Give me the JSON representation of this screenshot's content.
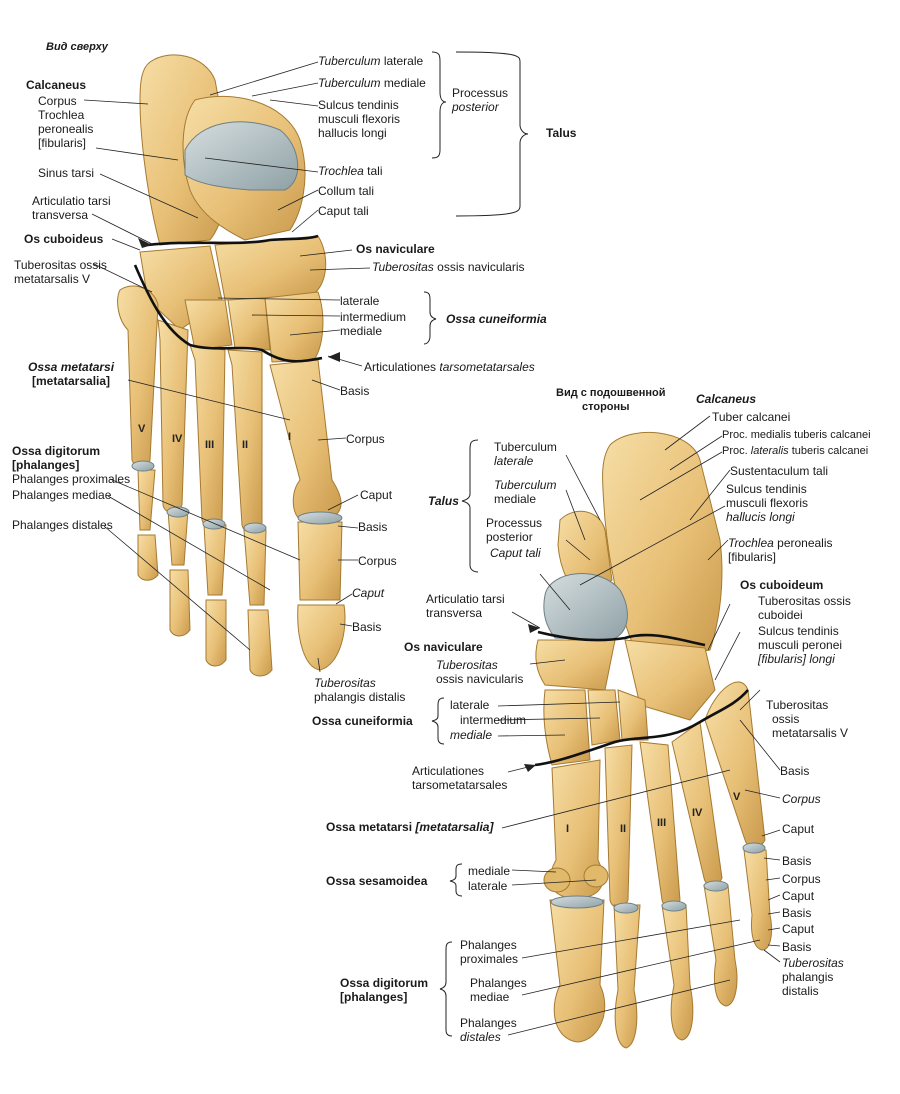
{
  "colors": {
    "bone": "#e9c37a",
    "bone_light": "#f3d89c",
    "bone_dark": "#b88a3a",
    "cartilage": "#b9c6ca",
    "joint_line": "#1a1a1a",
    "leader": "#222222"
  },
  "dorsal": {
    "view_title": "Вид сверху",
    "calcaneus": {
      "title": "Calcaneus",
      "corpus": "Corpus",
      "trochlea": "Trochlea",
      "peronealis": "peronealis",
      "fibularis": "[fibularis]"
    },
    "sinus_tarsi": "Sinus tarsi",
    "artic_transversa_1": "Articulatio tarsi",
    "artic_transversa_2": "transversa",
    "os_cuboideus": "Os cuboideus",
    "tub_met5_1": "Tuberositas ossis",
    "tub_met5_2": "metatarsalis V",
    "ossa_metatarsi_1": "Ossa metatarsi",
    "ossa_metatarsi_2": "[metatarsalia]",
    "ossa_digitorum_1": "Ossa digitorum",
    "ossa_digitorum_2": "[phalanges]",
    "phal_prox": "Phalanges proximales",
    "phal_med": "Phalanges mediae",
    "phal_dist": "Phalanges distales",
    "tub_lat_a": "Tuberculum",
    "tub_lat_b": "laterale",
    "tub_med_a": "Tuberculum",
    "tub_med_b": "mediale",
    "sulcus_1": "Sulcus tendinis",
    "sulcus_2": "musculi flexoris",
    "sulcus_3": "hallucis longi",
    "proc_post_1": "Processus",
    "proc_post_2": "posterior",
    "talus": "Talus",
    "trochlea_tali_a": "Trochlea",
    "trochlea_tali_b": "tali",
    "collum_tali": "Collum tali",
    "caput_tali": "Caput tali",
    "os_naviculare": "Os naviculare",
    "tub_nav_a": "Tuberositas",
    "tub_nav_b": "ossis navicularis",
    "cun_laterale": "laterale",
    "cun_intermedium": "intermedium",
    "cun_mediale": "mediale",
    "ossa_cuneiformia": "Ossa cuneiformia",
    "artic_tm_a": "Articulationes",
    "artic_tm_b": "tarsometatarsales",
    "basis": "Basis",
    "corpus": "Corpus",
    "caput": "Caput",
    "basis2": "Basis",
    "corpus2": "Corpus",
    "caput2": "Caput",
    "basis3": "Basis",
    "tub_phal_1": "Tuberositas",
    "tub_phal_2": "phalangis distalis",
    "roman": [
      "V",
      "IV",
      "III",
      "II",
      "I"
    ]
  },
  "plantar": {
    "view_title_1": "Вид с подошвенной",
    "view_title_2": "стороны",
    "calcaneus": "Calcaneus",
    "tuber_calcanei": "Tuber calcanei",
    "proc_med": "Proc. medialis tuberis calcanei",
    "proc_lat_a": "Proc.",
    "proc_lat_b": "lateralis",
    "proc_lat_c": "tuberis calcanei",
    "sustentaculum": "Sustentaculum tali",
    "sulcus_1": "Sulcus tendinis",
    "sulcus_2": "musculi flexoris",
    "sulcus_3": "hallucis longi",
    "trochlea_a": "Trochlea",
    "trochlea_b": "peronealis",
    "trochlea_c": "[fibularis]",
    "tub_lat_1": "Tuberculum",
    "tub_lat_2": "laterale",
    "tub_med_1": "Tuberculum",
    "tub_med_2": "mediale",
    "proc_post_1": "Processus",
    "proc_post_2": "posterior",
    "caput_tali": "Caput tali",
    "talus": "Talus",
    "artic_transversa_1": "Articulatio tarsi",
    "artic_transversa_2": "transversa",
    "os_naviculare": "Os naviculare",
    "tub_nav_1": "Tuberositas",
    "tub_nav_2": "ossis navicularis",
    "os_cuboideum": "Os cuboideum",
    "tub_cub_1": "Tuberositas ossis",
    "tub_cub_2": "cuboidei",
    "sulcus_per_1": "Sulcus tendinis",
    "sulcus_per_2": "musculi peronei",
    "sulcus_per_3a": "[fibularis]",
    "sulcus_per_3b": "longi",
    "cun_laterale": "laterale",
    "cun_intermedium": "intermedium",
    "cun_mediale": "mediale",
    "ossa_cuneiformia": "Ossa cuneiformia",
    "tub_met5_1": "Tuberositas",
    "tub_met5_2": "ossis",
    "tub_met5_3": "metatarsalis V",
    "artic_tm_1": "Articulationes",
    "artic_tm_2": "tarsometatarsales",
    "basis": "Basis",
    "corpus": "Corpus",
    "ossa_metatarsi_a": "Ossa metatarsi",
    "ossa_metatarsi_b": "[metatarsalia]",
    "caput": "Caput",
    "sesam_mediale": "mediale",
    "sesam_laterale": "laterale",
    "ossa_sesamoidea": "Ossa sesamoidea",
    "basis2": "Basis",
    "corpus2": "Corpus",
    "caput2": "Caput",
    "basis3": "Basis",
    "caput3": "Caput",
    "basis4": "Basis",
    "tub_phal_1": "Tuberositas",
    "tub_phal_2": "phalangis",
    "tub_phal_3": "distalis",
    "phal_prox_1": "Phalanges",
    "phal_prox_2": "proximales",
    "phal_med_1": "Phalanges",
    "phal_med_2": "mediae",
    "phal_dist_1": "Phalanges",
    "phal_dist_2": "distales",
    "ossa_digitorum_1": "Ossa digitorum",
    "ossa_digitorum_2": "[phalanges]",
    "roman": [
      "I",
      "II",
      "III",
      "IV",
      "V"
    ]
  }
}
